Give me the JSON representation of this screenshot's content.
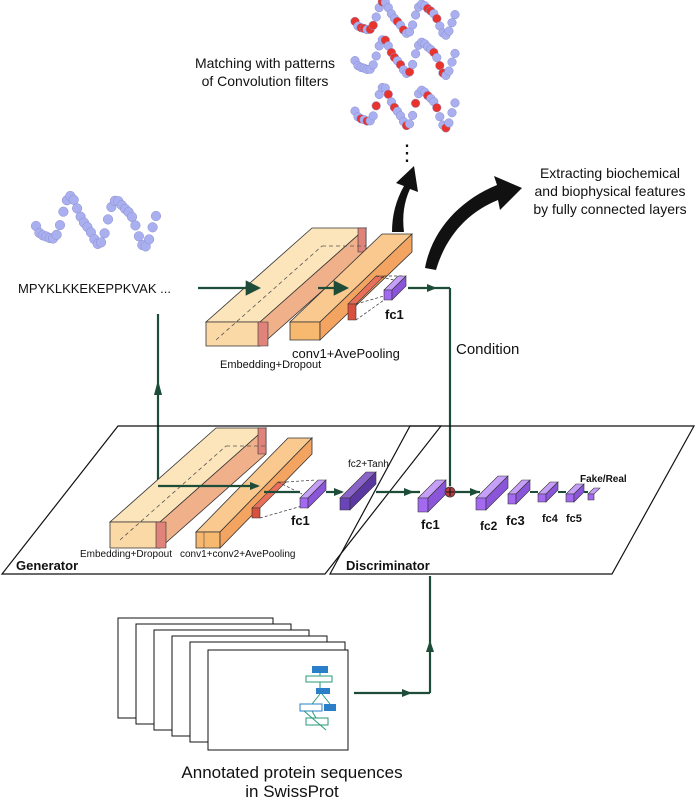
{
  "labels": {
    "matching_line1": "Matching with patterns",
    "matching_line2": "of Convolution filters",
    "extract_line1": "Extracting  biochemical",
    "extract_line2": "and biophysical features",
    "extract_line3": "by fully connected layers",
    "sequence": "MPYKLKKEKEPPKVAK ...",
    "ellipsis_dots": "⋮",
    "embedding_dropout_top": "Embedding+Dropout",
    "conv1_avepooling": "conv1+AvePooling",
    "fc1_top": "fc1",
    "condition": "Condition",
    "fc2_tanh": "fc2+Tanh",
    "fc1_gen": "fc1",
    "embedding_dropout_gen": "Embedding+Dropout",
    "conv1_conv2_avepooling": "conv1+conv2+AvePooling",
    "generator": "Generator",
    "discriminator": "Discriminator",
    "fc1_disc": "fc1",
    "fc2_disc": "fc2",
    "fc3_disc": "fc3",
    "fc4_disc": "fc4",
    "fc5_disc": "fc5",
    "fake_real": "Fake/Real",
    "annotated_line1": "Annotated protein sequences",
    "annotated_line2": "in SwissProt"
  },
  "colors": {
    "arrow_green": "#1d4d38",
    "embed_face": "#fce4bb",
    "embed_end": "#e0837a",
    "conv_face": "#f9c98f",
    "conv_end": "#e8705a",
    "fc_purple": "#a36af0",
    "fc_dark": "#6a45b8",
    "bead_blue": "#aab0ef",
    "bead_red": "#e8342c"
  }
}
